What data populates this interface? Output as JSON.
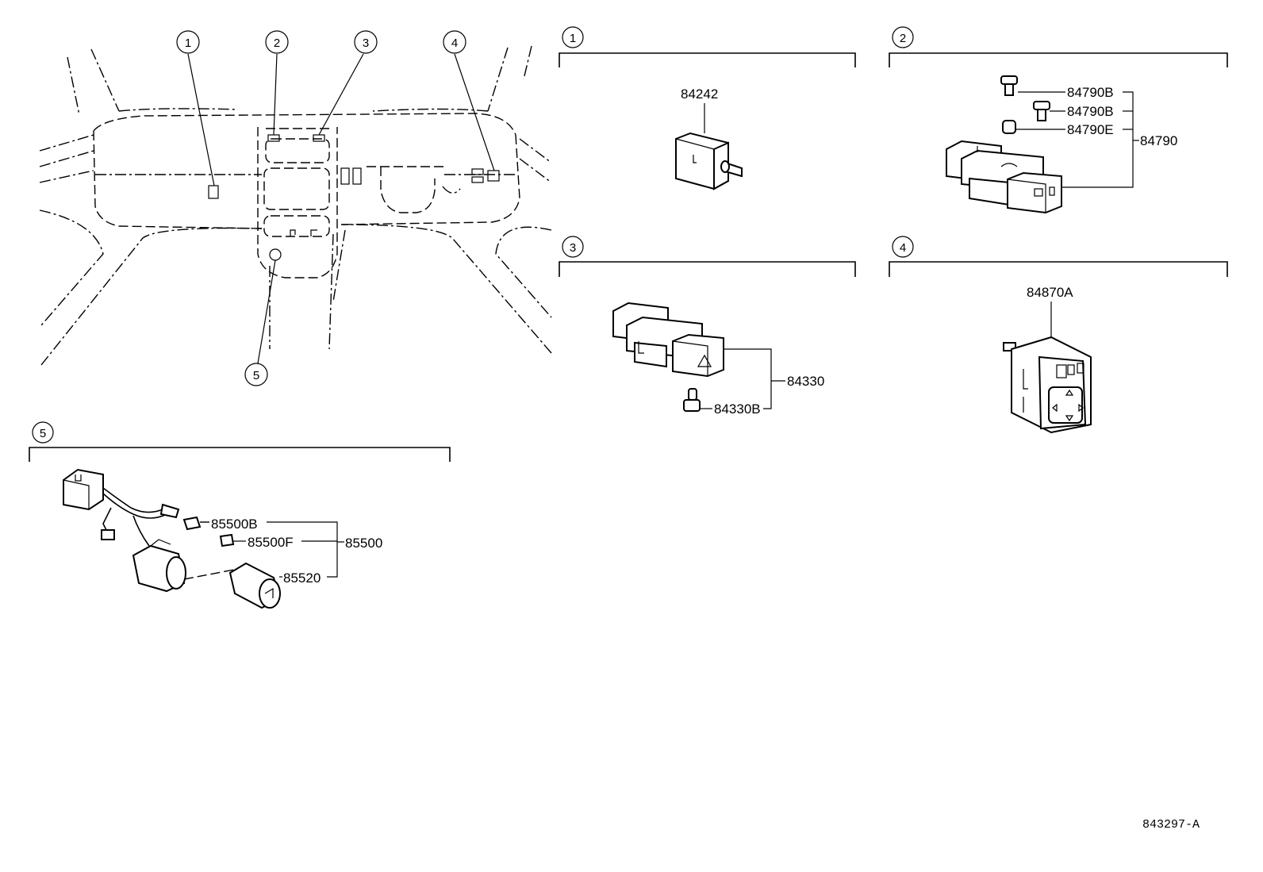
{
  "callouts": {
    "c1": "1",
    "c2": "2",
    "c3": "3",
    "c4": "4",
    "c5": "5"
  },
  "parts": {
    "p84242": "84242",
    "p84790B_a": "84790B",
    "p84790B_b": "84790B",
    "p84790E": "84790E",
    "p84790": "84790",
    "p84330": "84330",
    "p84330B": "84330B",
    "p84870A": "84870A",
    "p85500B": "85500B",
    "p85500F": "85500F",
    "p85500": "85500",
    "p85520": "85520"
  },
  "diagram_code": "843297-A"
}
